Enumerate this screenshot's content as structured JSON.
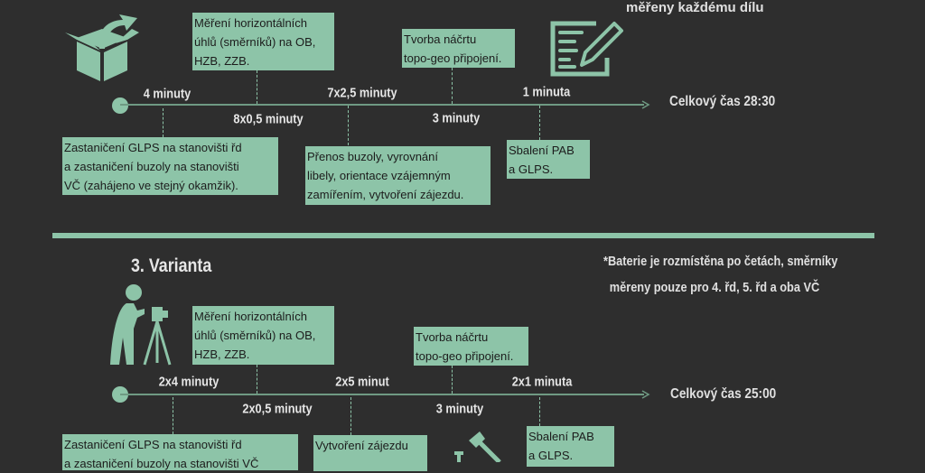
{
  "colors": {
    "background": "#2e2e2e",
    "accent": "#8dc4a8",
    "text": "#e6e6e6"
  },
  "top_cut_text": "měřeny každému dílu",
  "variant2": {
    "icons": [
      "open-box-icon",
      "edit-document-pencil-icon"
    ],
    "step_boxes": {
      "measure": [
        "Měření horizontálních",
        "úhlů (směrníků) na OB,",
        "HZB, ZZB."
      ],
      "sketch": [
        "Tvorba náčrtu",
        "topo-geo připojení."
      ],
      "setup": [
        "Zastaničení GLPS na stanovišti řd",
        "a zastaničení buzoly na stanovišti",
        "VČ (zahájeno ve stejný okamžik)."
      ],
      "transfer": [
        "Přenos buzoly, vyrovnání",
        "libely, orientace vzájemným",
        "zamířením, vytvoření zájezdu."
      ],
      "pack": [
        "Sbalení PAB",
        "a GLPS."
      ]
    },
    "durations_above": [
      "4 minuty",
      "7x2,5 minuty",
      "1 minuta"
    ],
    "durations_below": [
      "8x0,5 minuty",
      "3 minuty"
    ],
    "total": "Celkový čas 28:30"
  },
  "variant3": {
    "title": "3. Varianta",
    "note": [
      "*Baterie je rozmístěna po četách, směrníky",
      "měreny pouze pro 4. řd, 5. řd a oba VČ"
    ],
    "icons": [
      "surveyor-tripod-icon",
      "hammer-stake-icon"
    ],
    "step_boxes": {
      "measure": [
        "Měření horizontálních",
        "úhlů (směrníků) na OB,",
        "HZB, ZZB."
      ],
      "sketch": [
        "Tvorba náčrtu",
        "topo-geo připojení."
      ],
      "setup": [
        "Zastaničení GLPS na stanovišti řd",
        "a zastaničení buzoly na stanovišti VČ"
      ],
      "stake": [
        "Vytvoření zájezdu"
      ],
      "pack": [
        "Sbalení PAB",
        "a GLPS."
      ]
    },
    "durations_above": [
      "2x4 minuty",
      "2x5 minut",
      "2x1 minuta"
    ],
    "durations_below": [
      "2x0,5 minuty",
      "3 minuty"
    ],
    "total": "Celkový čas 25:00"
  }
}
